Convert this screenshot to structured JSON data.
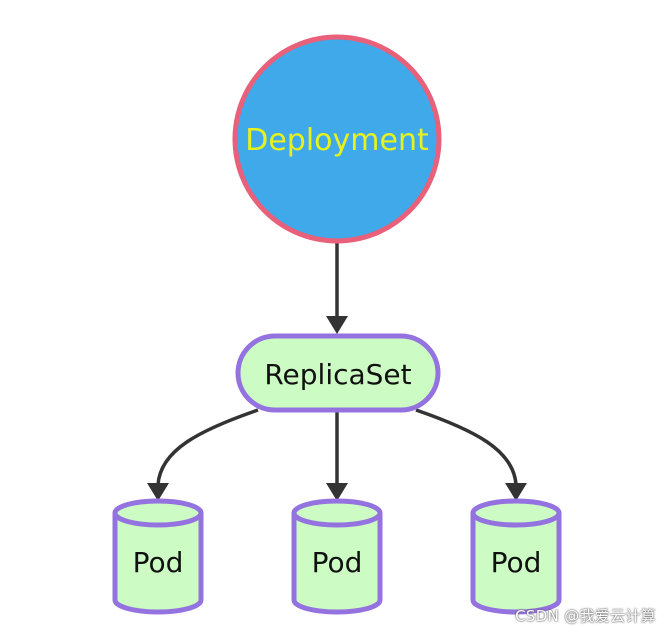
{
  "diagram": {
    "nodes": {
      "deployment": {
        "label": "Deployment"
      },
      "replicaset": {
        "label": "ReplicaSet"
      },
      "pod_1": {
        "label": "Pod"
      },
      "pod_2": {
        "label": "Pod"
      },
      "pod_3": {
        "label": "Pod"
      }
    },
    "edges": [
      {
        "from": "Deployment",
        "to": "ReplicaSet"
      },
      {
        "from": "ReplicaSet",
        "to": "Pod"
      },
      {
        "from": "ReplicaSet",
        "to": "Pod"
      },
      {
        "from": "ReplicaSet",
        "to": "Pod"
      }
    ]
  },
  "colors": {
    "deployment_fill": "#3fa9ea",
    "deployment_stroke": "#e8607a",
    "deployment_text": "#e6f21c",
    "node_fill": "#ccfcc4",
    "node_stroke": "#9472e0",
    "edge": "#333333",
    "text": "#111111"
  },
  "watermark": "CSDN @我爱云计算"
}
